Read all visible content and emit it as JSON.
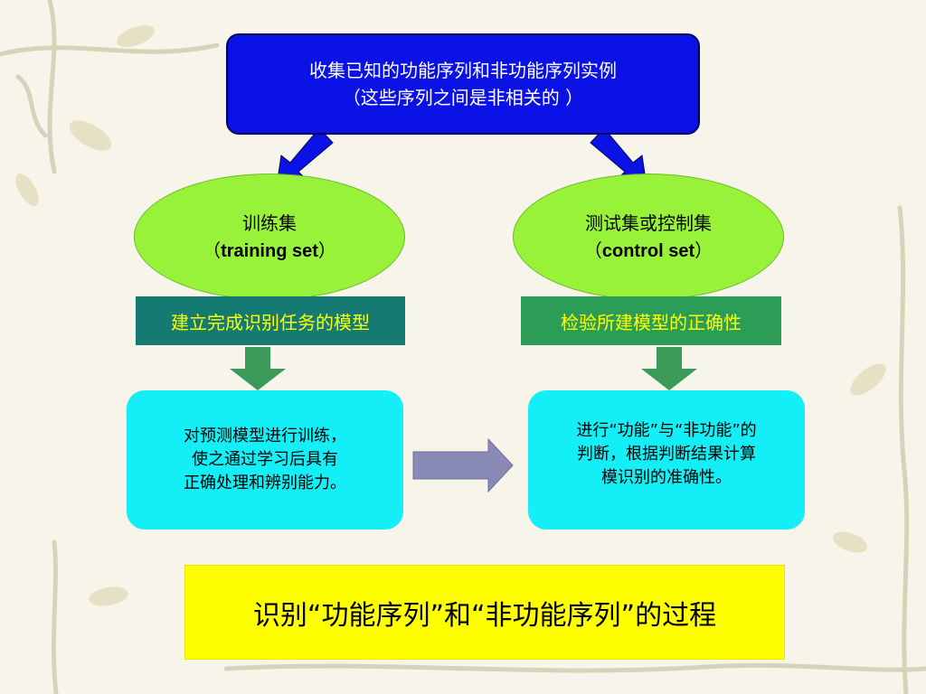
{
  "top_box": {
    "line1": "收集已知的功能序列和非功能序列实例",
    "line2": "（这些序列之间是非相关的 ）"
  },
  "train": {
    "name": "训练集",
    "open_paren": "（",
    "en": "training set",
    "close_paren": "）",
    "task": "建立完成识别任务的模型",
    "desc_lines": [
      "对预测模型进行训练，",
      "使之通过学习后具有",
      "正确处理和辨别能力。"
    ]
  },
  "test": {
    "name": "测试集或控制集",
    "open_paren": "（",
    "en": "control set",
    "close_paren": "）",
    "task": "检验所建模型的正确性",
    "desc_lines": [
      "进行“功能”与“非功能”的",
      "判断，根据判断结果计算",
      "模识别的准确性。"
    ]
  },
  "title": "识别“功能序列”和“非功能序列”的过程",
  "colors": {
    "top_box": "#0a12e6",
    "ellipse": "#99f23a",
    "train_task": "#157b72",
    "test_task": "#2c9d56",
    "desc_box": "#14eef6",
    "title_box": "#ffff00",
    "task_text": "#ffff00"
  }
}
